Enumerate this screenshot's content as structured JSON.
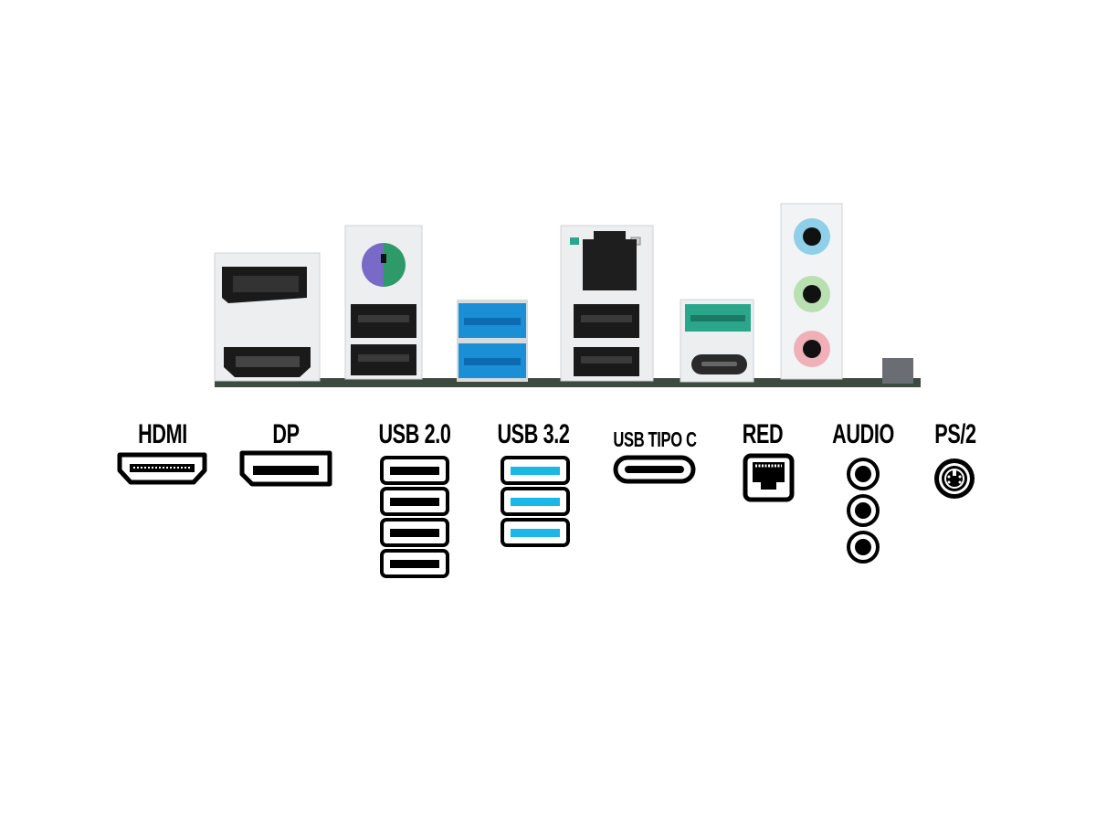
{
  "labels": {
    "hdmi": "HDMI",
    "dp": "DP",
    "usb20": "USB 2.0",
    "usb32": "USB 3.2",
    "usbc": "USB TIPO C",
    "red": "RED",
    "audio": "AUDIO",
    "ps2": "PS/2"
  },
  "counts": {
    "usb20": 4,
    "usb32": 3,
    "audio": 3
  },
  "colors": {
    "usb3_blue": "#1aa0e0",
    "usb3_icon": "#1ab8e6",
    "ps2_purple": "#7a6ac8",
    "ps2_green": "#2e9a6a",
    "usb_green": "#2aa68a",
    "audio_blue": "#8fcfe8",
    "audio_green": "#b8e0b0",
    "audio_pink": "#f0b0b8"
  }
}
